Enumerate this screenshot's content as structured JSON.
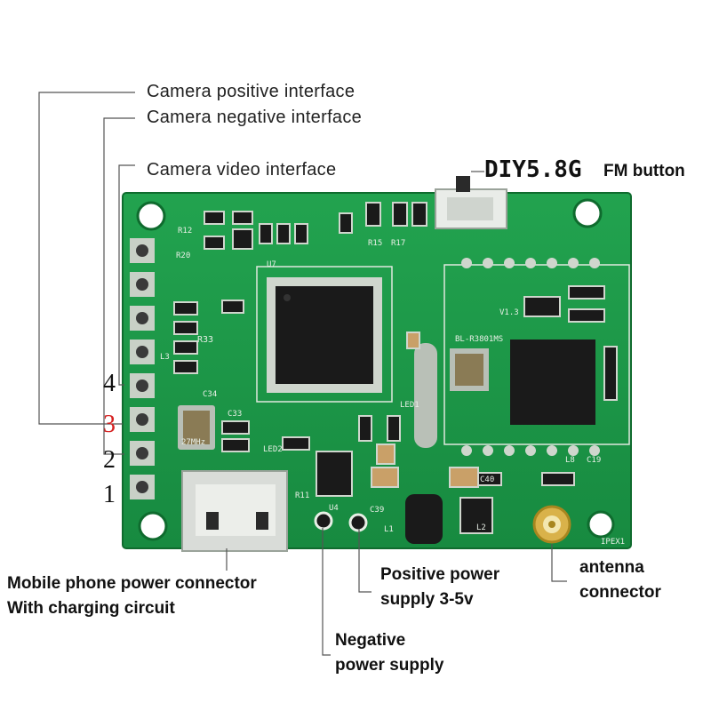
{
  "labels": {
    "cam_pos": "Camera positive interface",
    "cam_neg": "Camera negative interface",
    "cam_video": "Camera video interface",
    "diy": "DIY5.8G",
    "fm_button": "FM button",
    "mobile_line1": "Mobile phone power connector",
    "mobile_line2": "With charging circuit",
    "pos_line1": "Positive power",
    "pos_line2": "supply 3-5v",
    "antenna_line1": "antenna",
    "antenna_line2": "connector",
    "neg_line1": "Negative",
    "neg_line2": "power supply"
  },
  "pins": [
    "4",
    "3",
    "2",
    "1"
  ],
  "silkscreen": {
    "r33": "R33",
    "r20": "R20",
    "r12": "R12",
    "c33": "C33",
    "c34": "C34",
    "led2": "LED2",
    "led1": "LED1",
    "u4": "U4",
    "u7": "U7",
    "c39": "C39",
    "c40": "C40",
    "r11": "R11",
    "r15": "R15",
    "r17": "R17",
    "c19": "C19",
    "l8": "L8",
    "module": "BL-R3801MS",
    "v13": "V1.3",
    "freq": "27MHz",
    "ipex": "IPEX1",
    "l1": "L1",
    "l2": "L2",
    "l3": "L3"
  },
  "colors": {
    "board": "#1e9a4a",
    "board_dark": "#137a38",
    "pin_red": "#d62020",
    "line": "#444444",
    "chip": "#1a1a1a"
  }
}
